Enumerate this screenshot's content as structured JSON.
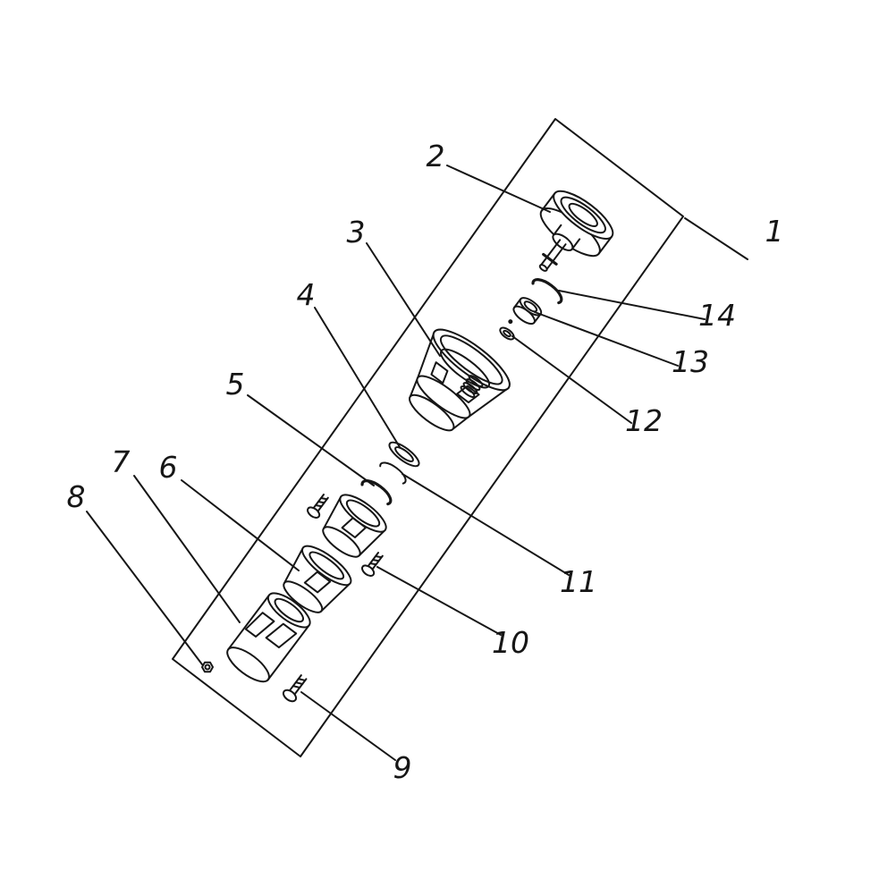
{
  "diagram": {
    "type": "exploded-parts-diagram",
    "colors": {
      "line": "#161616",
      "background": "#ffffff"
    },
    "callouts": [
      {
        "number": "1",
        "part": "assembly-boundary-frame"
      },
      {
        "number": "2",
        "part": "knob-cap"
      },
      {
        "number": "3",
        "part": "drum-housing"
      },
      {
        "number": "4",
        "part": "washer"
      },
      {
        "number": "5",
        "part": "retaining-ring-large"
      },
      {
        "number": "6",
        "part": "housing-cup"
      },
      {
        "number": "7",
        "part": "cylinder-body"
      },
      {
        "number": "8",
        "part": "nut"
      },
      {
        "number": "9",
        "part": "screw-lower"
      },
      {
        "number": "10",
        "part": "screw-mid"
      },
      {
        "number": "11",
        "part": "retaining-ring-small"
      },
      {
        "number": "12",
        "part": "pin-washer"
      },
      {
        "number": "13",
        "part": "washer-stack"
      },
      {
        "number": "14",
        "part": "circlip"
      }
    ]
  }
}
